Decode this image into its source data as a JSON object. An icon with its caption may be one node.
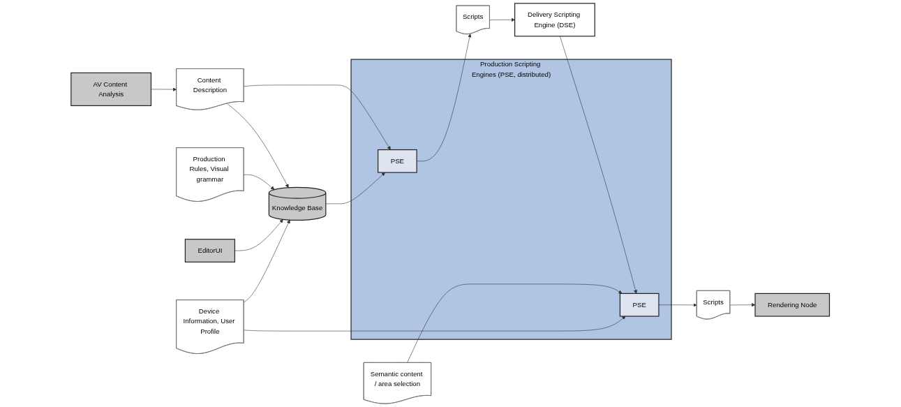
{
  "diagram": {
    "nodes": [
      {
        "text": [
          "AV Content Analysis"
        ]
      },
      {
        "text": [
          "Rendering Node"
        ]
      },
      {
        "text": [
          "Content Description"
        ]
      },
      {
        "text": [
          "Scripts"
        ]
      },
      {
        "text": [
          "Delivery Scripting Engine (DSE)"
        ]
      },
      {
        "text": [
          "Scripts"
        ]
      },
      {
        "text": [
          "Production Rules, Visual grammar"
        ]
      },
      {
        "text": [
          "Knowledge Base"
        ]
      },
      {
        "text": [
          "Production Scripting Engines (PSE, distributed)"
        ]
      },
      {
        "text": [
          "PSE"
        ],
        "in": 8
      },
      {
        "text": [
          "PSE"
        ],
        "in": 8
      },
      {
        "text": [
          "Semantic content / area selection"
        ]
      },
      {
        "text": [
          "EditorUI"
        ]
      },
      {
        "text": [
          "Device Information, User Profile"
        ]
      }
    ],
    "edges": [
      {
        "from": 0,
        "to": 2,
        "arrow": "to"
      },
      {
        "from": 2,
        "to": 7,
        "arrow": "to"
      },
      {
        "from": 2,
        "to": 9,
        "arrow": "to"
      },
      {
        "from": 6,
        "to": 7,
        "arrow": "to"
      },
      {
        "from": 12,
        "to": 7,
        "arrow": "to"
      },
      {
        "from": 7,
        "to": 9,
        "arrow": "to"
      },
      {
        "from": 9,
        "to": 3,
        "arrow": "to"
      },
      {
        "from": 3,
        "to": 4,
        "arrow": "to"
      },
      {
        "from": 4,
        "to": 10,
        "arrow": "to"
      },
      {
        "from": 10,
        "to": 5,
        "arrow": "to"
      },
      {
        "from": 5,
        "to": 1,
        "arrow": "to"
      },
      {
        "from": 11,
        "to": 10,
        "arrow": "to"
      },
      {
        "from": 13,
        "to": 7,
        "arrow": "to"
      },
      {
        "from": 13,
        "to": 10,
        "arrow": "to"
      }
    ]
  }
}
